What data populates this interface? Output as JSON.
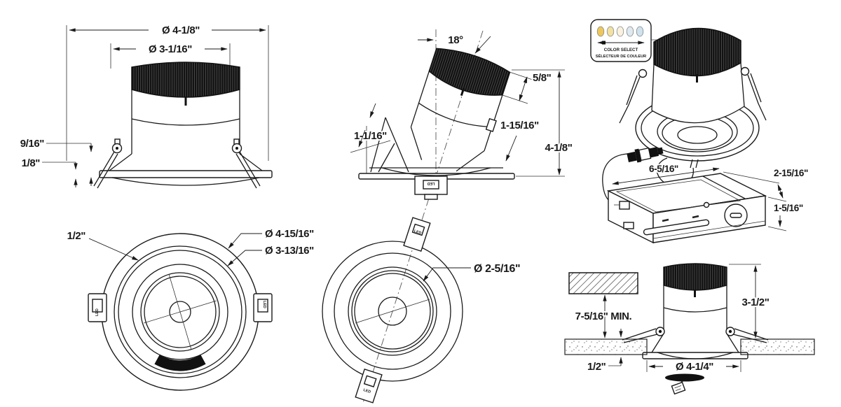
{
  "labels": {
    "led": "LED"
  },
  "front_view": {
    "dia_outer": "Ø 4-1/8\"",
    "dia_inner": "Ø 3-1/16\"",
    "flange_height": "9/16\"",
    "lip": "1/8\""
  },
  "top_view": {
    "trim_width": "1/2\"",
    "dia_outer": "Ø 4-15/16\"",
    "dia_inner": "Ø 3-13/16\""
  },
  "tilt_view": {
    "angle": "18°",
    "tilt_depth": "5/8\"",
    "body_length": "1-15/16\"",
    "total_height": "4-1/8\"",
    "recess": "1-1/16\""
  },
  "aperture_view": {
    "dia": "Ø 2-5/16\""
  },
  "assembly_view": {
    "color_select_en": "COLOR SELECT",
    "color_select_fr": "SÉLECTEUR DE COULEUR",
    "box_length": "6-5/16\"",
    "box_depth": "2-15/16\"",
    "box_height": "1-5/16\""
  },
  "install_view": {
    "clearance": "7-5/16\" MIN.",
    "height": "3-1/2\"",
    "ceiling_thickness": "1/2\"",
    "hole_dia": "Ø 4-1/4\""
  },
  "colors": {
    "line": "#1a1a1a",
    "cct_dots": [
      "#edc75a",
      "#f2e1a0",
      "#f8f2df",
      "#dfeaf0",
      "#cfe3ee"
    ]
  }
}
